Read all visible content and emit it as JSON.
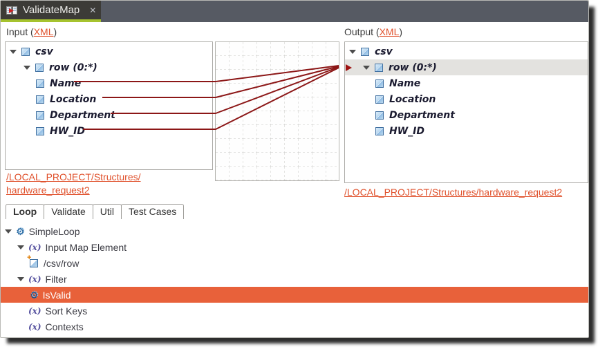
{
  "colors": {
    "accent_green": "#a6c32f",
    "link_orange": "#e0512c",
    "mapping_line_red": "#8c1717",
    "selection_orange": "#e8613a",
    "selected_row_gray": "#e3e2df",
    "topbar_gray": "#565a63",
    "editor_tab_bg": "#3c3b37"
  },
  "editor_tab": {
    "title": "ValidateMap",
    "close_glyph": "✕"
  },
  "input_panel": {
    "label_prefix": "Input (",
    "xml_link": "XML",
    "label_suffix": ")",
    "tree": [
      {
        "label": "csv"
      },
      {
        "label": "row (0:*)"
      },
      {
        "label": "Name"
      },
      {
        "label": "Location"
      },
      {
        "label": "Department"
      },
      {
        "label": "HW_ID"
      }
    ],
    "struct_link_line1": "/LOCAL_PROJECT/Structures/",
    "struct_link_line2": "hardware_request2"
  },
  "output_panel": {
    "label_prefix": "Output (",
    "xml_link": "XML",
    "label_suffix": ")",
    "tree": [
      {
        "label": "csv"
      },
      {
        "label": "row (0:*)",
        "selected": true
      },
      {
        "label": "Name"
      },
      {
        "label": "Location"
      },
      {
        "label": "Department"
      },
      {
        "label": "HW_ID"
      }
    ],
    "struct_link": "/LOCAL_PROJECT/Structures/hardware_request2"
  },
  "bottom_panel": {
    "tabs": [
      {
        "label": "Loop",
        "active": true
      },
      {
        "label": "Validate"
      },
      {
        "label": "Util"
      },
      {
        "label": "Test Cases"
      }
    ],
    "tree": [
      {
        "label": "SimpleLoop",
        "icon": "gears"
      },
      {
        "label": "Input Map Element",
        "icon": "expression"
      },
      {
        "label": "/csv/row",
        "icon": "element-add"
      },
      {
        "label": "Filter",
        "icon": "expression"
      },
      {
        "label": "IsValid",
        "icon": "gears",
        "selected": true
      },
      {
        "label": "Sort Keys",
        "icon": "expression"
      },
      {
        "label": "Contexts",
        "icon": "expression"
      }
    ]
  },
  "icons": {
    "gear": "⚙",
    "expression": "(x)",
    "plus": "+"
  }
}
